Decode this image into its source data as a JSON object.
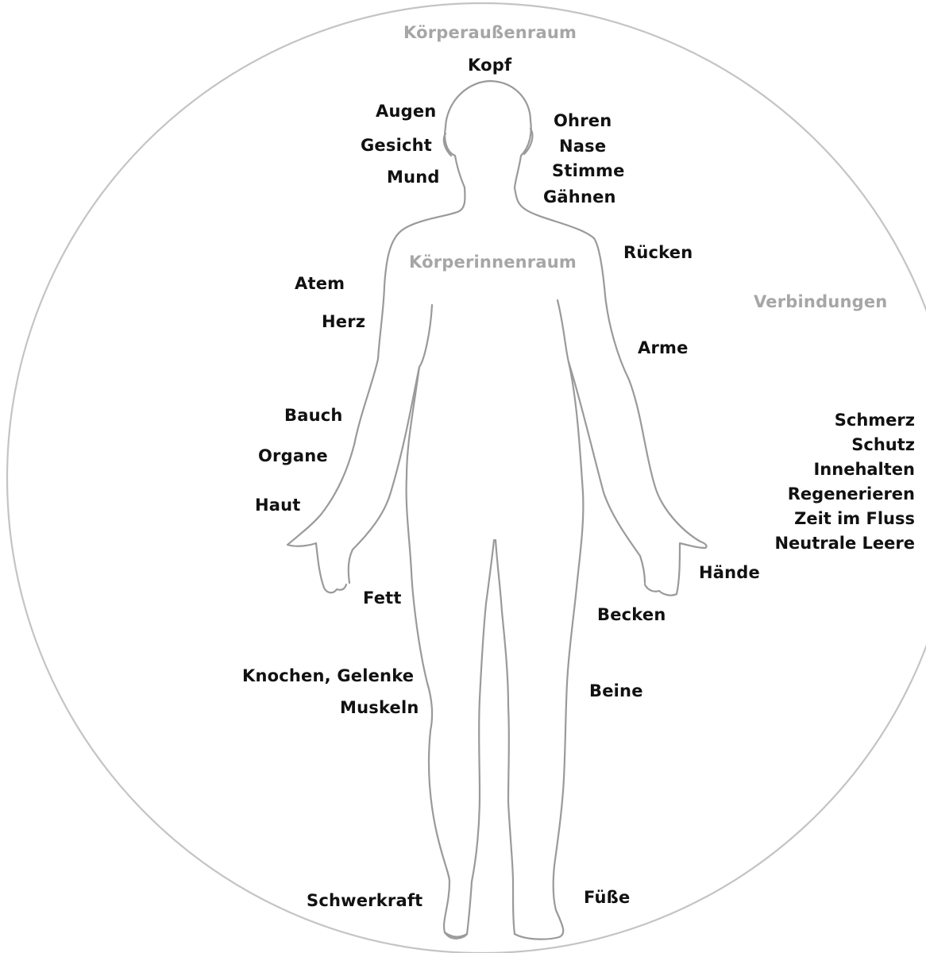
{
  "zones": {
    "outer": "Körperaußenraum",
    "inner": "Körperinnenraum",
    "connections": "Verbindungen"
  },
  "head_labels": {
    "kopf": "Kopf",
    "augen": "Augen",
    "gesicht": "Gesicht",
    "mund": "Mund",
    "ohren": "Ohren",
    "nase": "Nase",
    "stimme": "Stimme",
    "gaehnen": "Gähnen"
  },
  "torso_labels": {
    "ruecken": "Rücken",
    "atem": "Atem",
    "herz": "Herz",
    "arme": "Arme",
    "bauch": "Bauch",
    "organe": "Organe",
    "haut": "Haut",
    "haende": "Hände",
    "fett": "Fett",
    "becken": "Becken"
  },
  "leg_labels": {
    "knochen": "Knochen, Gelenke",
    "muskeln": "Muskeln",
    "beine": "Beine",
    "schwerkraft": "Schwerkraft",
    "fuesse": "Füße"
  },
  "connections_list": [
    "Schmerz",
    "Schutz",
    "Innehalten",
    "Regenerieren",
    "Zeit im Fluss",
    "Neutrale Leere"
  ],
  "colors": {
    "outline": "#9a9a9a",
    "circle": "#c4c4c4",
    "label": "#111111",
    "zone_label": "#a6a6a6"
  }
}
